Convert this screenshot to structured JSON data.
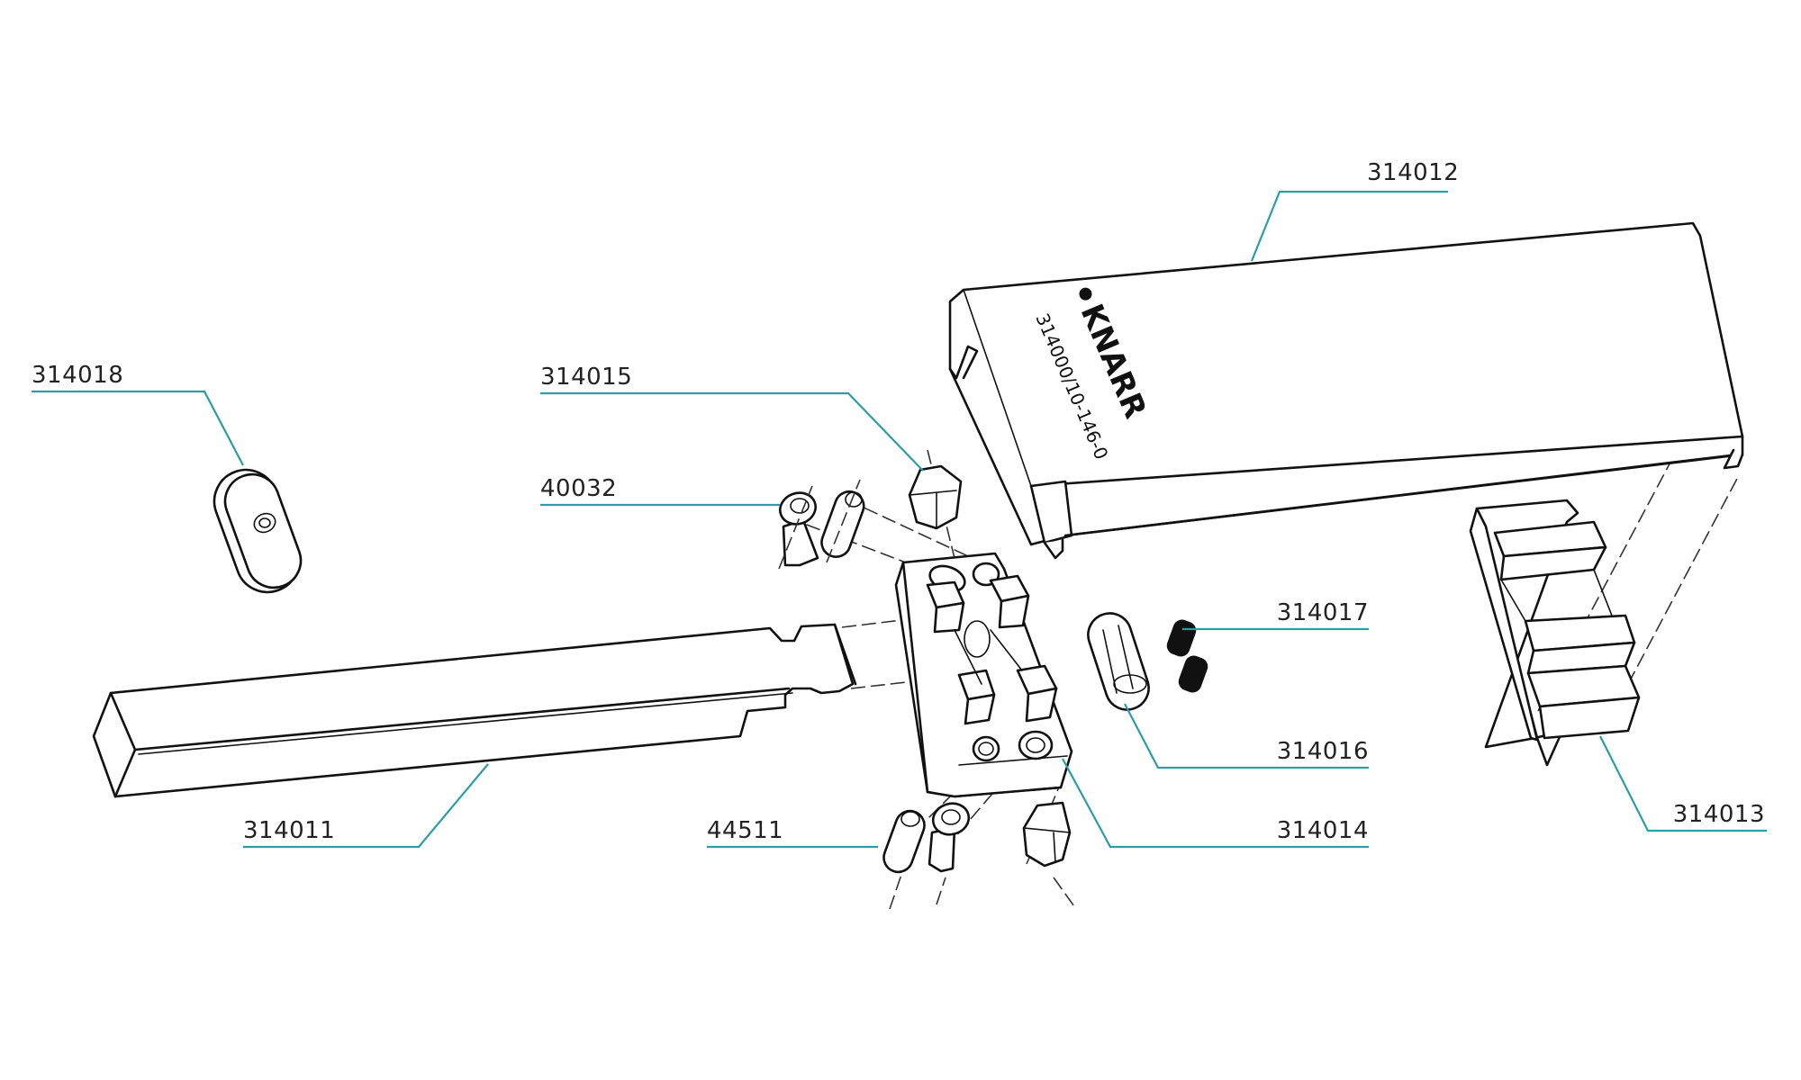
{
  "diagram": {
    "type": "exploded-assembly",
    "leader_color": "#2a9ea3",
    "line_color": "#111111",
    "brand": {
      "logo_text": "KNARR",
      "part_code": "314000/10-146-0"
    },
    "callouts": [
      {
        "id": "314012",
        "label": "314012",
        "part": "cover"
      },
      {
        "id": "314018",
        "label": "314018",
        "part": "slot-nut"
      },
      {
        "id": "314015",
        "label": "314015",
        "part": "hex-nut-top"
      },
      {
        "id": "40032",
        "label": "40032",
        "part": "socket-screw-top"
      },
      {
        "id": "314017",
        "label": "314017",
        "part": "set-screws"
      },
      {
        "id": "314016",
        "label": "314016",
        "part": "pin"
      },
      {
        "id": "314014",
        "label": "314014",
        "part": "base-block"
      },
      {
        "id": "314013",
        "label": "314013",
        "part": "end-block"
      },
      {
        "id": "314011",
        "label": "314011",
        "part": "bar"
      },
      {
        "id": "44511",
        "label": "44511",
        "part": "dowel-bottom"
      }
    ]
  }
}
